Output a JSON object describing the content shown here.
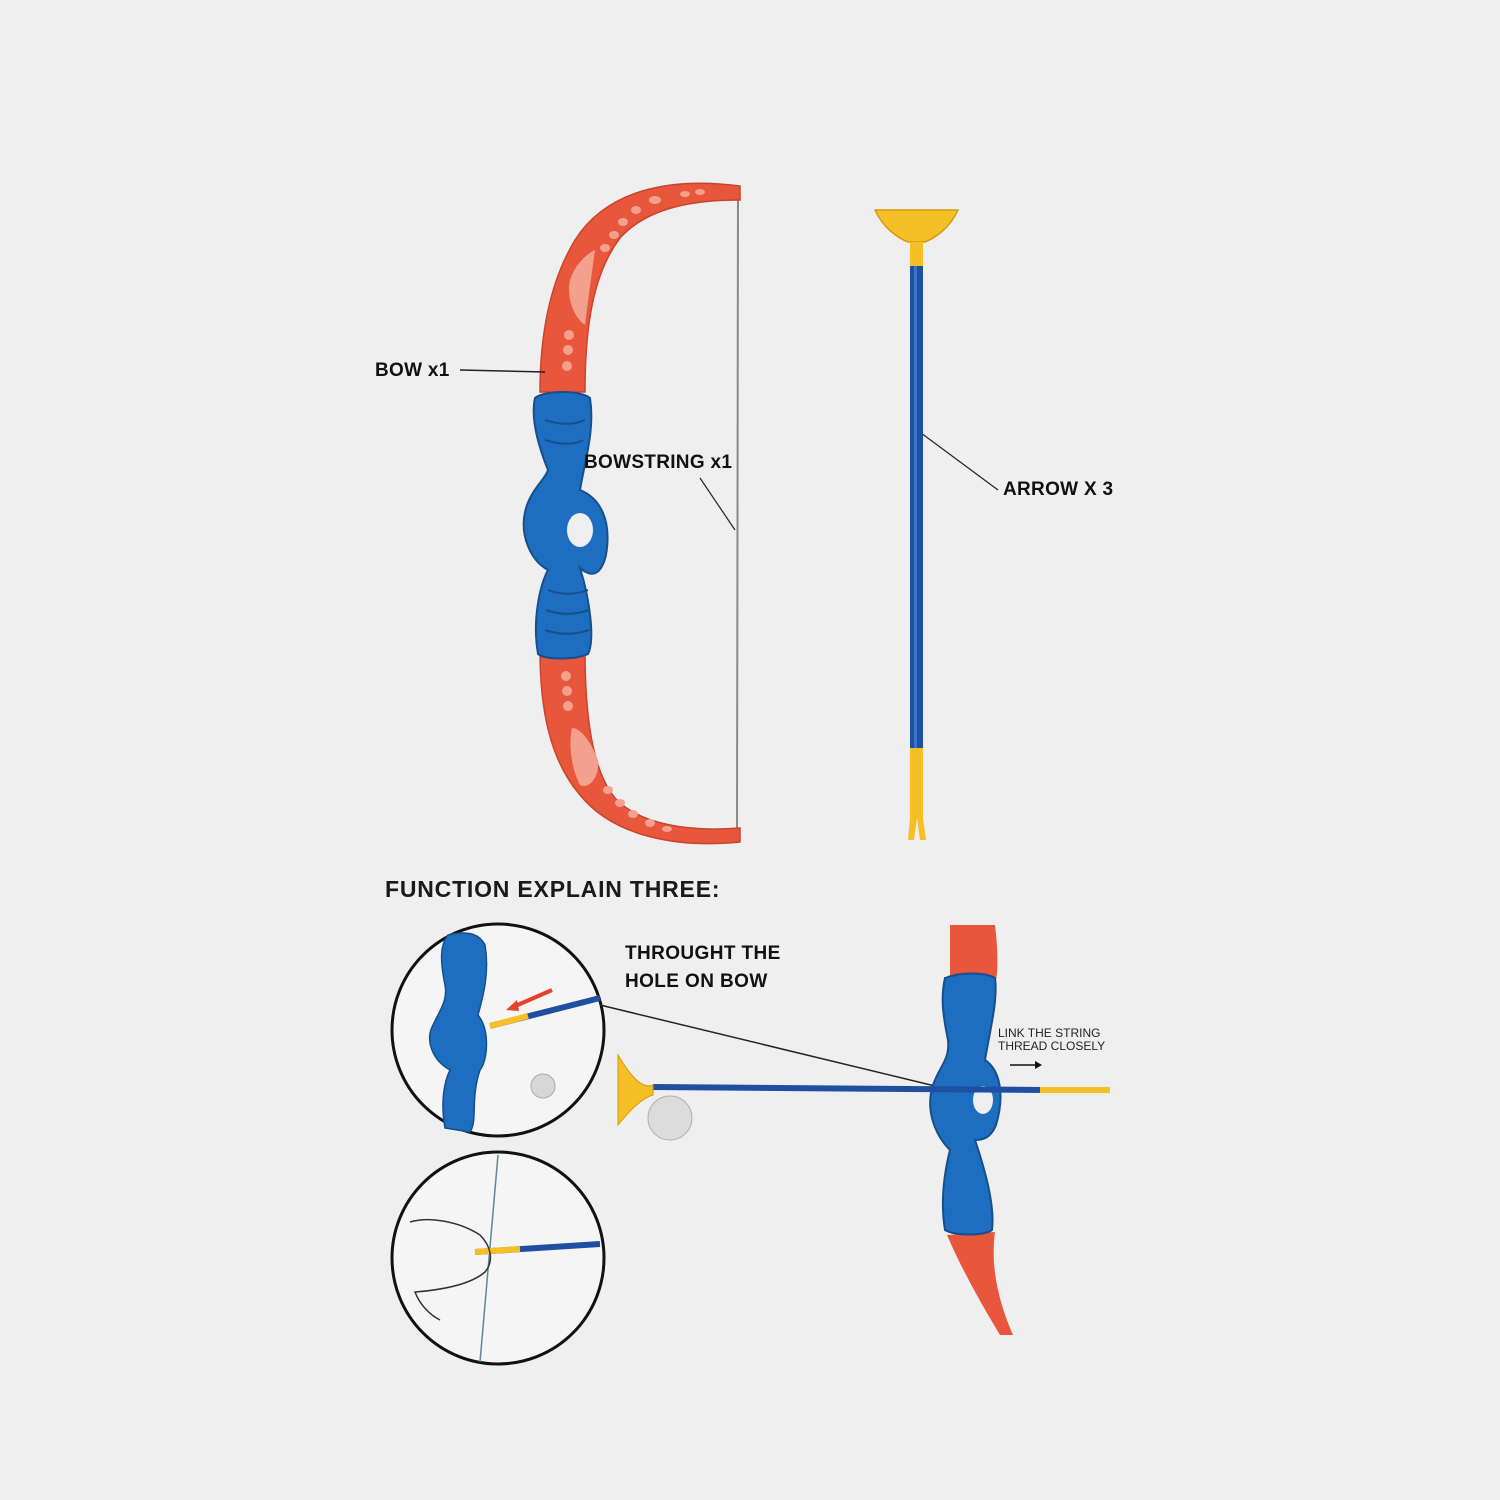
{
  "labels": {
    "bow": "BOW x1",
    "bowstring": "BOWSTRING x1",
    "arrow": "ARROW X 3",
    "function_title": "FUNCTION EXPLAIN THREE:",
    "through_hole": "THROUGHT THE HOLE ON BOW",
    "link_string": "LINK THE STRING THREAD CLOSELY"
  },
  "colors": {
    "bow_limb": "#e8563c",
    "bow_grip": "#1d6ec0",
    "arrow_shaft": "#1e4fa0",
    "arrow_tip": "#f5c026",
    "background": "#efefef"
  }
}
